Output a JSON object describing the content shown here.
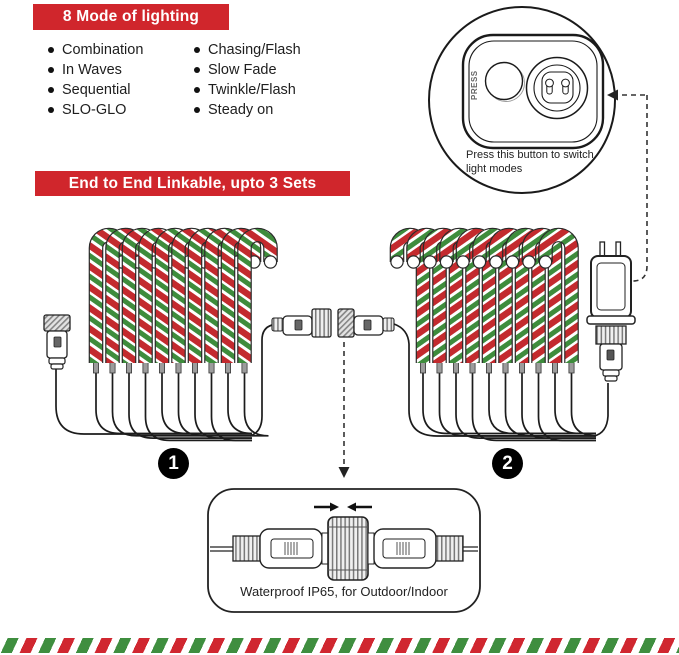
{
  "modes_section": {
    "title": "8 Mode of lighting",
    "col1": [
      "Combination",
      "In Waves",
      "Sequential",
      "SLO-GLO"
    ],
    "col2": [
      "Chasing/Flash",
      "Slow Fade",
      "Twinkle/Flash",
      "Steady on"
    ]
  },
  "button_inset": {
    "button_label": "PRESS",
    "caption": "Press this button to switch light modes"
  },
  "linkable_section": {
    "title": "End to End Linkable, upto 3 Sets",
    "canes_per_set": 10,
    "sets": [
      {
        "number": "1"
      },
      {
        "number": "2"
      }
    ]
  },
  "connector_detail": {
    "caption": "Waterproof IP65, for Outdoor/Indoor"
  },
  "colors": {
    "banner_red": "#d0262c",
    "cane_red": "#c32a2e",
    "cane_green": "#3e8c3c",
    "stripe_red": "#d02730",
    "stripe_green": "#3f8e3f",
    "ink": "#1e1e1e"
  }
}
